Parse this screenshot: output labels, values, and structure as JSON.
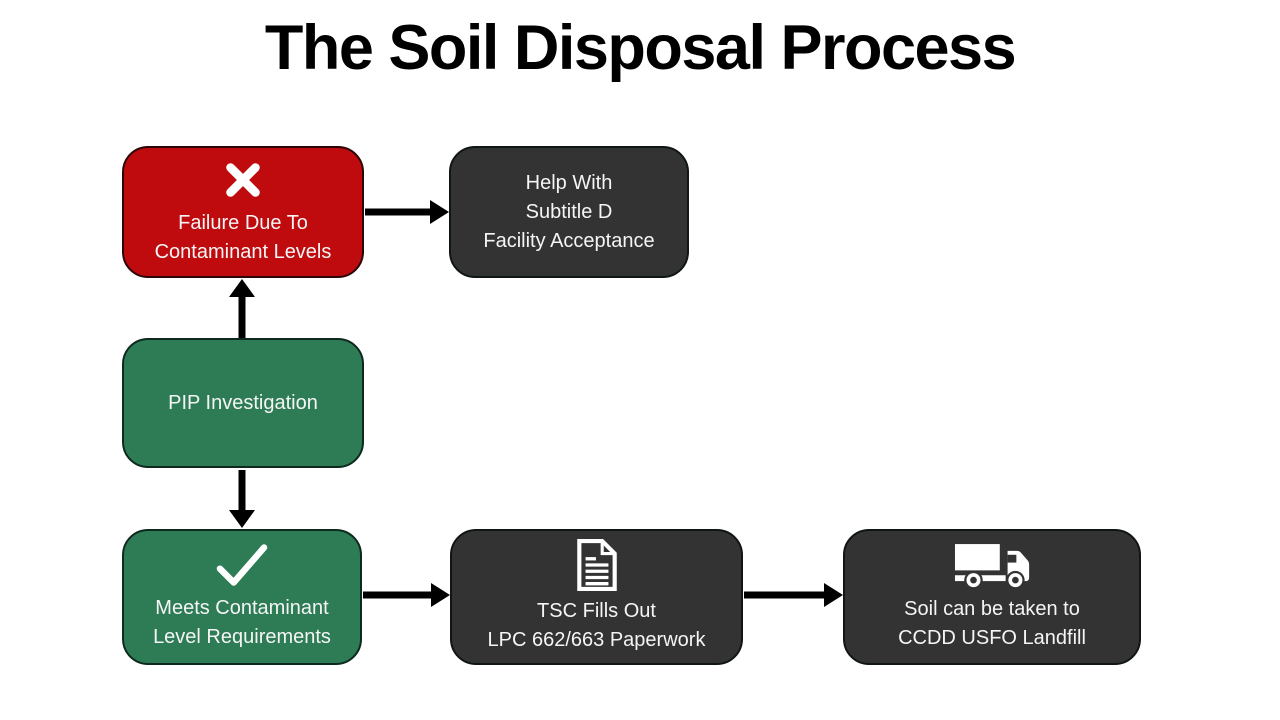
{
  "title": "The Soil Disposal Process",
  "colors": {
    "background": "#FFFFFF",
    "red": "#BF0A0E",
    "green": "#2D7C55",
    "dark": "#333333",
    "arrow": "#000000",
    "node_text": "#F5F5F5",
    "title_text": "#000000"
  },
  "nodes": {
    "failure": {
      "icon": "x-mark-icon",
      "lines": [
        "Failure Due To",
        "Contaminant Levels"
      ]
    },
    "help": {
      "lines": [
        "Help With",
        "Subtitle D",
        "Facility Acceptance"
      ]
    },
    "pip": {
      "lines": [
        "PIP Investigation"
      ]
    },
    "meets": {
      "icon": "check-icon",
      "lines": [
        "Meets Contaminant",
        "Level Requirements"
      ]
    },
    "tsc": {
      "icon": "document-icon",
      "lines": [
        "TSC Fills Out",
        "LPC 662/663 Paperwork"
      ]
    },
    "soil": {
      "icon": "truck-icon",
      "lines": [
        "Soil can be taken to",
        "CCDD USFO Landfill"
      ]
    }
  }
}
